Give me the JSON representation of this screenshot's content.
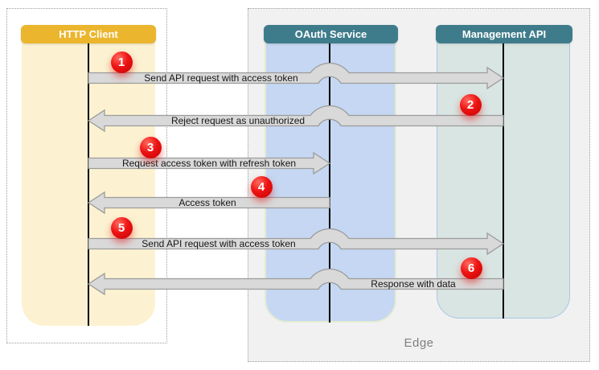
{
  "diagram": {
    "type": "sequence",
    "groups": {
      "edge_label": "Edge"
    },
    "actors": [
      {
        "id": "client",
        "name": "HTTP Client",
        "header_color": "#ebb62d",
        "lane_color": "#fcf2d1"
      },
      {
        "id": "oauth",
        "name": "OAuth Service",
        "header_color": "#3f7c8b",
        "lane_color": "#c5d7f2"
      },
      {
        "id": "mgmt",
        "name": "Management API",
        "header_color": "#3f7c8b",
        "lane_color": "#d9e5e2"
      }
    ],
    "messages": [
      {
        "step": "1",
        "from": "client",
        "to": "mgmt",
        "label": "Send API request with access token"
      },
      {
        "step": "2",
        "from": "mgmt",
        "to": "client",
        "label": "Reject request as unauthorized"
      },
      {
        "step": "3",
        "from": "client",
        "to": "oauth",
        "label": "Request access token with refresh token"
      },
      {
        "step": "4",
        "from": "oauth",
        "to": "client",
        "label": "Access token"
      },
      {
        "step": "5",
        "from": "client",
        "to": "mgmt",
        "label": "Send API request with access token"
      },
      {
        "step": "6",
        "from": "mgmt",
        "to": "client",
        "label": "Response with data"
      }
    ],
    "colors": {
      "arrow_fill": "#d9d9d9",
      "arrow_border": "#9c9c9c",
      "step_badge": "#e01010",
      "edge_group_background": "#f1f1f1",
      "edge_label_text": "#7f7f7f",
      "lifeline": "#000000",
      "message_text": "#161616"
    }
  }
}
